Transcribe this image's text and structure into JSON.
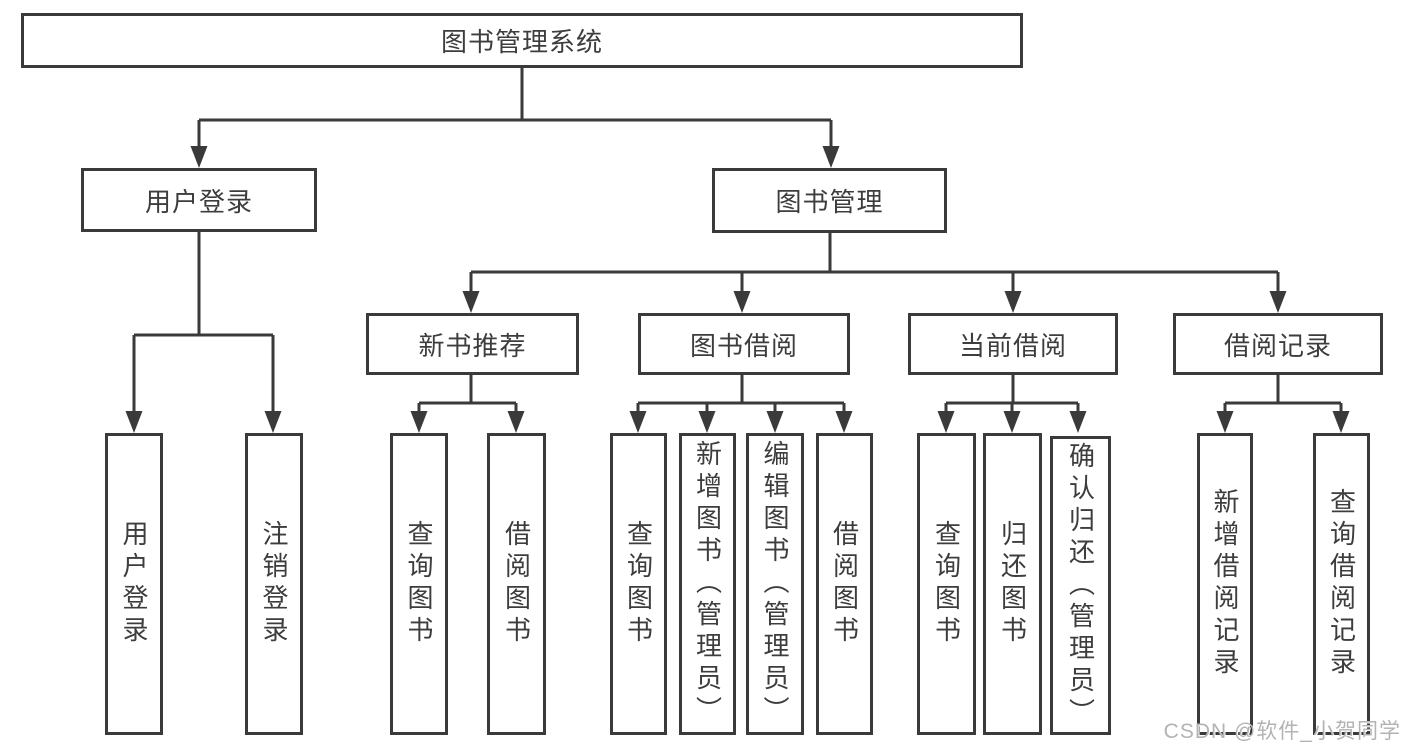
{
  "diagram": {
    "root": {
      "label": "图书管理系统"
    },
    "branches": [
      {
        "label": "用户登录",
        "children": [
          {
            "label": "用户登录"
          },
          {
            "label": "注销登录"
          }
        ]
      },
      {
        "label": "图书管理",
        "groups": [
          {
            "label": "新书推荐",
            "children": [
              {
                "label": "查询图书"
              },
              {
                "label": "借阅图书"
              }
            ]
          },
          {
            "label": "图书借阅",
            "children": [
              {
                "label": "查询图书"
              },
              {
                "label": "新增图书（管理员）"
              },
              {
                "label": "编辑图书（管理员）"
              },
              {
                "label": "借阅图书"
              }
            ]
          },
          {
            "label": "当前借阅",
            "children": [
              {
                "label": "查询图书"
              },
              {
                "label": "归还图书"
              },
              {
                "label": "确认归还（管理员）"
              }
            ]
          },
          {
            "label": "借阅记录",
            "children": [
              {
                "label": "新增借阅记录"
              },
              {
                "label": "查询借阅记录"
              }
            ]
          }
        ]
      }
    ]
  },
  "watermark": {
    "text": "CSDN @软件_小贺同学"
  },
  "colors": {
    "line": "#3a3a3a",
    "text": "#3d3d3d",
    "node_background": "#ffffff",
    "page_background": "#ffffff",
    "watermark": "#b5b2b2"
  }
}
